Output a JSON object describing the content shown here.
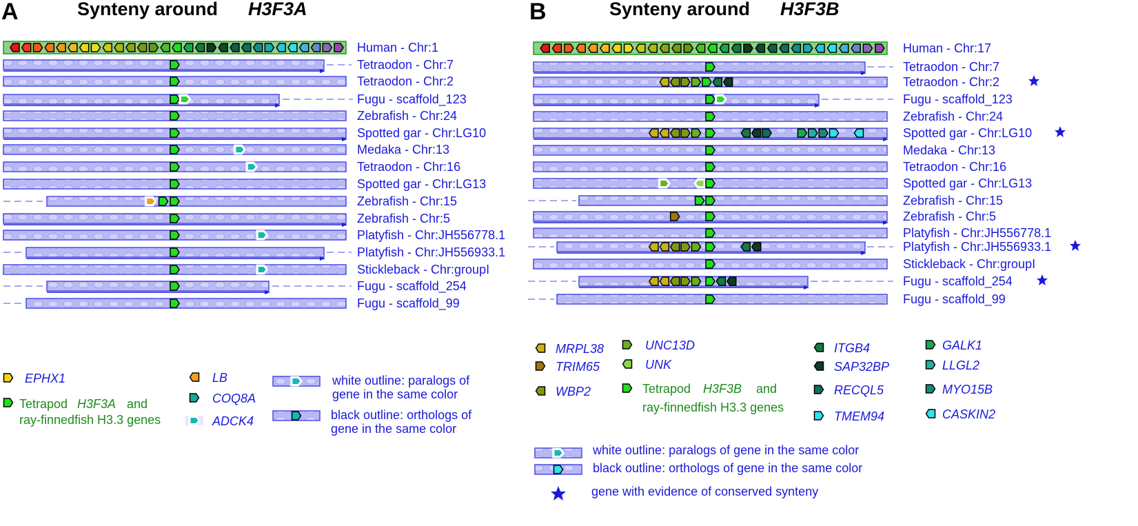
{
  "colors": {
    "EPHX1": "#f2d21a",
    "LB": "#f0a020",
    "COQ8A": "#1aa6a0",
    "ADCK4": "#16b8b0",
    "H3": "#22dd22",
    "MRPL38": "#c8b414",
    "TRIM65": "#9a7a10",
    "WBP2": "#7f9a10",
    "UNC13D": "#68b020",
    "UNK": "#8ad84a",
    "ITGB4": "#157a3e",
    "SAP32BP": "#0f3d22",
    "RECQL5": "#0f6e5e",
    "TMEM94": "#30e0ee",
    "GALK1": "#1aa650",
    "LLGL2": "#20b0a8",
    "MYO15B": "#1a8a78",
    "CASKIN2": "#30e6ee",
    "human_strip": [
      "#e01818",
      "#ee3a14",
      "#f05a16",
      "#f07a18",
      "#f29a1a",
      "#f2b81c",
      "#f2d21a",
      "#e6e020",
      "#c8cc18",
      "#aab814",
      "#8ea412",
      "#7a9a14",
      "#669420",
      "#4cc02a",
      "#22dd22",
      "#1aa650",
      "#157a3e",
      "#0f3d22",
      "#0f4a2a",
      "#0f5e4a",
      "#0f6e5e",
      "#1a8a8a",
      "#20a8b4",
      "#28c8d8",
      "#30e0ee",
      "#4ab0d8",
      "#6a88c8",
      "#8a6ab8",
      "#9a4ab0"
    ]
  },
  "panels": [
    {
      "letter": "A",
      "title_prefix": "Synteny around",
      "title_gene": "H3F3A",
      "tracks": [
        {
          "label": "Human - Chr:1",
          "human": true
        },
        {
          "label": "Tetraodon - Chr:7",
          "genes": [
            {
              "pos": 0.5,
              "color": "H3",
              "type": "black",
              "dir": "r"
            }
          ]
        },
        {
          "label": "Tetraodon - Chr:2",
          "genes": [
            {
              "pos": 0.5,
              "color": "H3",
              "type": "black",
              "dir": "r"
            }
          ]
        },
        {
          "label": "Fugu - scaffold_123",
          "genes": [
            {
              "pos": 0.5,
              "color": "H3",
              "type": "black",
              "dir": "r"
            },
            {
              "pos": 0.53,
              "color": "H3",
              "type": "white",
              "dir": "r"
            }
          ]
        },
        {
          "label": "Zebrafish - Chr:24",
          "genes": [
            {
              "pos": 0.5,
              "color": "H3",
              "type": "black",
              "dir": "r"
            }
          ]
        },
        {
          "label": "Spotted gar - Chr:LG10",
          "genes": [
            {
              "pos": 0.5,
              "color": "H3",
              "type": "black",
              "dir": "r"
            }
          ]
        },
        {
          "label": "Medaka - Chr:13",
          "genes": [
            {
              "pos": 0.5,
              "color": "H3",
              "type": "black",
              "dir": "r"
            },
            {
              "pos": 0.69,
              "color": "ADCK4",
              "type": "white",
              "dir": "r"
            }
          ]
        },
        {
          "label": "Tetraodon - Chr:16",
          "genes": [
            {
              "pos": 0.5,
              "color": "H3",
              "type": "black",
              "dir": "r"
            },
            {
              "pos": 0.725,
              "color": "ADCK4",
              "type": "white",
              "dir": "r"
            }
          ]
        },
        {
          "label": "Spotted gar - Chr:LG13",
          "genes": [
            {
              "pos": 0.5,
              "color": "H3",
              "type": "black",
              "dir": "r"
            }
          ]
        },
        {
          "label": "Zebrafish - Chr:15",
          "genes": [
            {
              "pos": 0.43,
              "color": "LB",
              "type": "white",
              "dir": "r"
            },
            {
              "pos": 0.467,
              "color": "H3",
              "type": "black",
              "dir": "r"
            },
            {
              "pos": 0.5,
              "color": "H3",
              "type": "black",
              "dir": "r"
            }
          ]
        },
        {
          "label": "Zebrafish - Chr:5",
          "genes": [
            {
              "pos": 0.5,
              "color": "H3",
              "type": "black",
              "dir": "r"
            }
          ]
        },
        {
          "label": "Platyfish - Chr:JH556778.1",
          "genes": [
            {
              "pos": 0.5,
              "color": "H3",
              "type": "black",
              "dir": "r"
            },
            {
              "pos": 0.755,
              "color": "ADCK4",
              "type": "white",
              "dir": "r"
            }
          ]
        },
        {
          "label": "Platyfish - Chr:JH556933.1",
          "genes": [
            {
              "pos": 0.5,
              "color": "H3",
              "type": "black",
              "dir": "r"
            }
          ]
        },
        {
          "label": "Stickleback - Chr:groupI",
          "genes": [
            {
              "pos": 0.5,
              "color": "H3",
              "type": "black",
              "dir": "r"
            },
            {
              "pos": 0.755,
              "color": "ADCK4",
              "type": "white",
              "dir": "r"
            }
          ]
        },
        {
          "label": "Fugu - scaffold_254",
          "genes": [
            {
              "pos": 0.5,
              "color": "H3",
              "type": "black",
              "dir": "r"
            }
          ]
        },
        {
          "label": "Fugu - scaffold_99",
          "genes": [
            {
              "pos": 0.5,
              "color": "H3",
              "type": "black",
              "dir": "r"
            }
          ]
        }
      ],
      "legend": {
        "genes": [
          {
            "name": "EPHX1",
            "color": "EPHX1"
          },
          {
            "name": "LB",
            "color": "LB"
          },
          {
            "name": "COQ8A",
            "color": "COQ8A"
          },
          {
            "name": "ADCK4",
            "color": "ADCK4"
          }
        ],
        "h3_line1_prefix": "Tetrapod",
        "h3_gene": "H3F3A",
        "h3_line1_suffix": "and",
        "h3_line2": "ray-finnedfish H3.3 genes",
        "white_line1": "white outline: paralogs of",
        "white_line2": "gene in the same color",
        "black_line1": "black outline: orthologs of",
        "black_line2": "gene in the same color"
      }
    },
    {
      "letter": "B",
      "title_prefix": "Synteny around",
      "title_gene": "H3F3B",
      "tracks": [
        {
          "label": "Human - Chr:17",
          "human": true
        },
        {
          "label": "Tetraodon - Chr:7",
          "genes": [
            {
              "pos": 0.5,
              "color": "H3",
              "type": "black",
              "dir": "r"
            }
          ]
        },
        {
          "label": "Tetraodon - Chr:2",
          "star": true,
          "genes": [
            {
              "pos": 0.37,
              "color": "MRPL38",
              "type": "black",
              "dir": "l"
            },
            {
              "pos": 0.4,
              "color": "WBP2",
              "type": "black",
              "dir": "l"
            },
            {
              "pos": 0.43,
              "color": "WBP2",
              "type": "black",
              "dir": "r"
            },
            {
              "pos": 0.46,
              "color": "UNC13D",
              "type": "black",
              "dir": "r"
            },
            {
              "pos": 0.49,
              "color": "H3",
              "type": "black",
              "dir": "r"
            },
            {
              "pos": 0.52,
              "color": "ITGB4",
              "type": "black",
              "dir": "l"
            },
            {
              "pos": 0.55,
              "color": "SAP32BP",
              "type": "black",
              "dir": "l"
            }
          ]
        },
        {
          "label": "Fugu - scaffold_123",
          "genes": [
            {
              "pos": 0.5,
              "color": "H3",
              "type": "black",
              "dir": "r"
            },
            {
              "pos": 0.53,
              "color": "H3",
              "type": "white",
              "dir": "r"
            }
          ]
        },
        {
          "label": "Zebrafish - Chr:24",
          "genes": [
            {
              "pos": 0.5,
              "color": "H3",
              "type": "black",
              "dir": "r"
            }
          ]
        },
        {
          "label": "Spotted gar - Chr:LG10",
          "star": true,
          "genes": [
            {
              "pos": 0.34,
              "color": "MRPL38",
              "type": "black",
              "dir": "l"
            },
            {
              "pos": 0.37,
              "color": "MRPL38",
              "type": "black",
              "dir": "l"
            },
            {
              "pos": 0.4,
              "color": "WBP2",
              "type": "black",
              "dir": "l"
            },
            {
              "pos": 0.43,
              "color": "WBP2",
              "type": "black",
              "dir": "r"
            },
            {
              "pos": 0.46,
              "color": "UNC13D",
              "type": "black",
              "dir": "r"
            },
            {
              "pos": 0.5,
              "color": "H3",
              "type": "black",
              "dir": "r"
            },
            {
              "pos": 0.6,
              "color": "ITGB4",
              "type": "black",
              "dir": "l"
            },
            {
              "pos": 0.63,
              "color": "SAP32BP",
              "type": "black",
              "dir": "l"
            },
            {
              "pos": 0.66,
              "color": "RECQL5",
              "type": "black",
              "dir": "r"
            },
            {
              "pos": 0.76,
              "color": "GALK1",
              "type": "black",
              "dir": "r"
            },
            {
              "pos": 0.79,
              "color": "LLGL2",
              "type": "black",
              "dir": "r"
            },
            {
              "pos": 0.82,
              "color": "MYO15B",
              "type": "black",
              "dir": "r"
            },
            {
              "pos": 0.85,
              "color": "TMEM94",
              "type": "black",
              "dir": "r"
            },
            {
              "pos": 0.92,
              "color": "CASKIN2",
              "type": "black",
              "dir": "l"
            }
          ]
        },
        {
          "label": "Medaka - Chr:13",
          "genes": [
            {
              "pos": 0.5,
              "color": "H3",
              "type": "black",
              "dir": "r"
            }
          ]
        },
        {
          "label": "Tetraodon - Chr:16",
          "genes": [
            {
              "pos": 0.5,
              "color": "H3",
              "type": "black",
              "dir": "r"
            }
          ]
        },
        {
          "label": "Spotted gar - Chr:LG13",
          "genes": [
            {
              "pos": 0.37,
              "color": "UNC13D",
              "type": "white",
              "dir": "r"
            },
            {
              "pos": 0.47,
              "color": "UNK",
              "type": "white",
              "dir": "l"
            },
            {
              "pos": 0.5,
              "color": "H3",
              "type": "black",
              "dir": "r"
            }
          ]
        },
        {
          "label": "Zebrafish - Chr:15",
          "genes": [
            {
              "pos": 0.47,
              "color": "H3",
              "type": "black",
              "dir": "r"
            },
            {
              "pos": 0.5,
              "color": "H3",
              "type": "black",
              "dir": "r"
            }
          ]
        },
        {
          "label": "Zebrafish - Chr:5",
          "genes": [
            {
              "pos": 0.4,
              "color": "TRIM65",
              "type": "black",
              "dir": "r"
            },
            {
              "pos": 0.5,
              "color": "H3",
              "type": "black",
              "dir": "r"
            }
          ]
        },
        {
          "label": "Platyfish - Chr:JH556778.1",
          "genes": [
            {
              "pos": 0.5,
              "color": "H3",
              "type": "black",
              "dir": "r"
            }
          ]
        },
        {
          "label": "Platyfish - Chr:JH556933.1",
          "star": true,
          "genes": [
            {
              "pos": 0.34,
              "color": "MRPL38",
              "type": "black",
              "dir": "l"
            },
            {
              "pos": 0.37,
              "color": "MRPL38",
              "type": "black",
              "dir": "l"
            },
            {
              "pos": 0.4,
              "color": "WBP2",
              "type": "black",
              "dir": "l"
            },
            {
              "pos": 0.43,
              "color": "WBP2",
              "type": "black",
              "dir": "r"
            },
            {
              "pos": 0.46,
              "color": "UNC13D",
              "type": "black",
              "dir": "r"
            },
            {
              "pos": 0.5,
              "color": "H3",
              "type": "black",
              "dir": "r"
            },
            {
              "pos": 0.6,
              "color": "ITGB4",
              "type": "black",
              "dir": "l"
            },
            {
              "pos": 0.63,
              "color": "SAP32BP",
              "type": "black",
              "dir": "l"
            }
          ]
        },
        {
          "label": "Stickleback - Chr:groupI",
          "genes": [
            {
              "pos": 0.5,
              "color": "H3",
              "type": "black",
              "dir": "r"
            }
          ]
        },
        {
          "label": "Fugu - scaffold_254",
          "star": true,
          "genes": [
            {
              "pos": 0.34,
              "color": "MRPL38",
              "type": "black",
              "dir": "l"
            },
            {
              "pos": 0.37,
              "color": "MRPL38",
              "type": "black",
              "dir": "l"
            },
            {
              "pos": 0.4,
              "color": "WBP2",
              "type": "black",
              "dir": "l"
            },
            {
              "pos": 0.43,
              "color": "WBP2",
              "type": "black",
              "dir": "r"
            },
            {
              "pos": 0.46,
              "color": "UNC13D",
              "type": "black",
              "dir": "r"
            },
            {
              "pos": 0.5,
              "color": "H3",
              "type": "black",
              "dir": "r"
            },
            {
              "pos": 0.53,
              "color": "ITGB4",
              "type": "black",
              "dir": "l"
            },
            {
              "pos": 0.56,
              "color": "SAP32BP",
              "type": "black",
              "dir": "l"
            }
          ]
        },
        {
          "label": "Fugu - scaffold_99",
          "genes": [
            {
              "pos": 0.5,
              "color": "H3",
              "type": "black",
              "dir": "r"
            }
          ]
        }
      ],
      "legend": {
        "genes": [
          {
            "name": "MRPL38",
            "color": "MRPL38"
          },
          {
            "name": "TRIM65",
            "color": "TRIM65"
          },
          {
            "name": "WBP2",
            "color": "WBP2"
          },
          {
            "name": "UNC13D",
            "color": "UNC13D"
          },
          {
            "name": "UNK",
            "color": "UNK"
          },
          {
            "name": "ITGB4",
            "color": "ITGB4"
          },
          {
            "name": "SAP32BP",
            "color": "SAP32BP"
          },
          {
            "name": "RECQL5",
            "color": "RECQL5"
          },
          {
            "name": "TMEM94",
            "color": "TMEM94"
          },
          {
            "name": "GALK1",
            "color": "GALK1"
          },
          {
            "name": "LLGL2",
            "color": "LLGL2"
          },
          {
            "name": "MYO15B",
            "color": "MYO15B"
          },
          {
            "name": "CASKIN2",
            "color": "CASKIN2"
          }
        ],
        "h3_line1_prefix": "Tetrapod",
        "h3_gene": "H3F3B",
        "h3_line1_suffix": "and",
        "h3_line2": "ray-finnedfish H3.3 genes",
        "white_line": "white outline: paralogs of gene in the same color",
        "black_line": "black outline: orthologs of gene in the same color",
        "star_line": "gene with evidence of conserved synteny"
      }
    }
  ]
}
